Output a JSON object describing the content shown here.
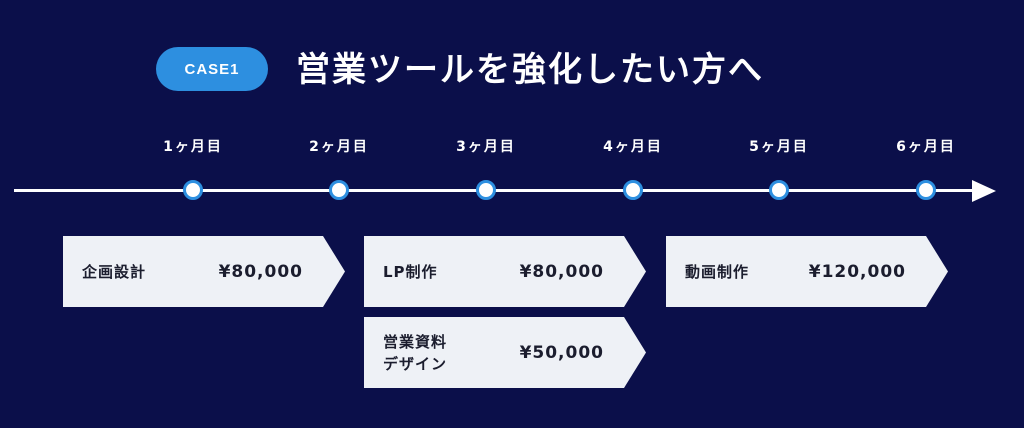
{
  "header": {
    "badge": "CASE1",
    "title": "営業ツールを強化したい方へ"
  },
  "timeline": {
    "months": [
      "1ヶ月目",
      "2ヶ月目",
      "3ヶ月目",
      "4ヶ月目",
      "5ヶ月目",
      "6ヶ月目"
    ]
  },
  "tasks": [
    {
      "label": "企画設計",
      "price": "¥80,000"
    },
    {
      "label": "LP制作",
      "price": "¥80,000"
    },
    {
      "label": "動画制作",
      "price": "¥120,000"
    },
    {
      "label": "営業資料\nデザイン",
      "price": "¥50,000"
    }
  ],
  "colors": {
    "background": "#0b0f4a",
    "accent": "#2d8fe0",
    "card": "#eef1f6"
  }
}
